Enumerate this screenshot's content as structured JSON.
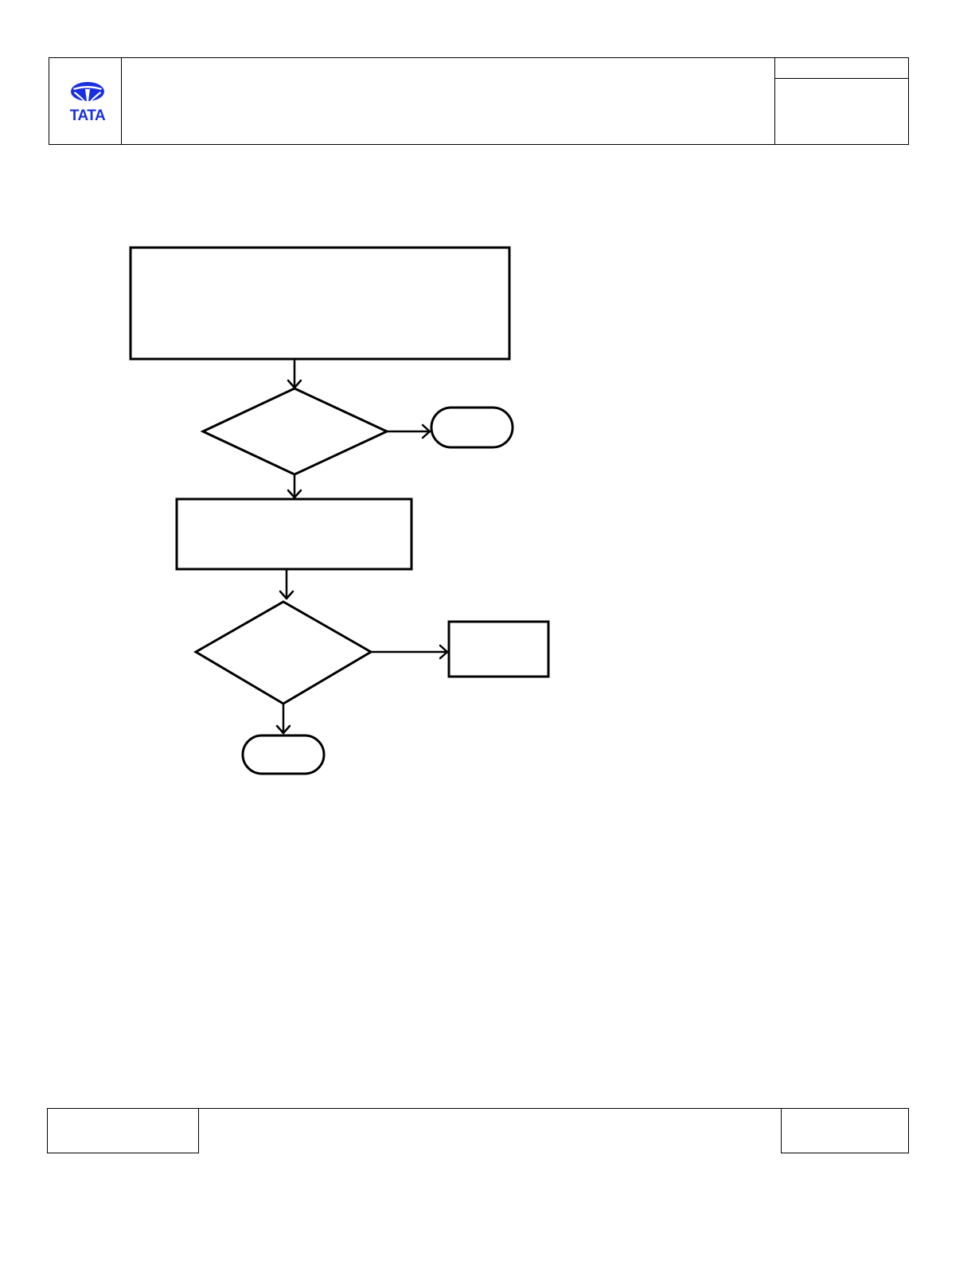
{
  "header": {
    "logo_text": "TATA",
    "brand_color": "#1a2fe0"
  },
  "flowchart": {
    "nodes": [
      {
        "id": "process-1",
        "shape": "rectangle"
      },
      {
        "id": "decision-1",
        "shape": "diamond"
      },
      {
        "id": "terminal-1",
        "shape": "rounded"
      },
      {
        "id": "process-2",
        "shape": "rectangle"
      },
      {
        "id": "decision-2",
        "shape": "diamond"
      },
      {
        "id": "process-3",
        "shape": "rectangle"
      },
      {
        "id": "terminal-2",
        "shape": "rounded"
      }
    ],
    "edges": [
      {
        "from": "process-1",
        "to": "decision-1"
      },
      {
        "from": "decision-1",
        "to": "terminal-1"
      },
      {
        "from": "decision-1",
        "to": "process-2"
      },
      {
        "from": "process-2",
        "to": "decision-2"
      },
      {
        "from": "decision-2",
        "to": "process-3"
      },
      {
        "from": "decision-2",
        "to": "terminal-2"
      }
    ]
  }
}
